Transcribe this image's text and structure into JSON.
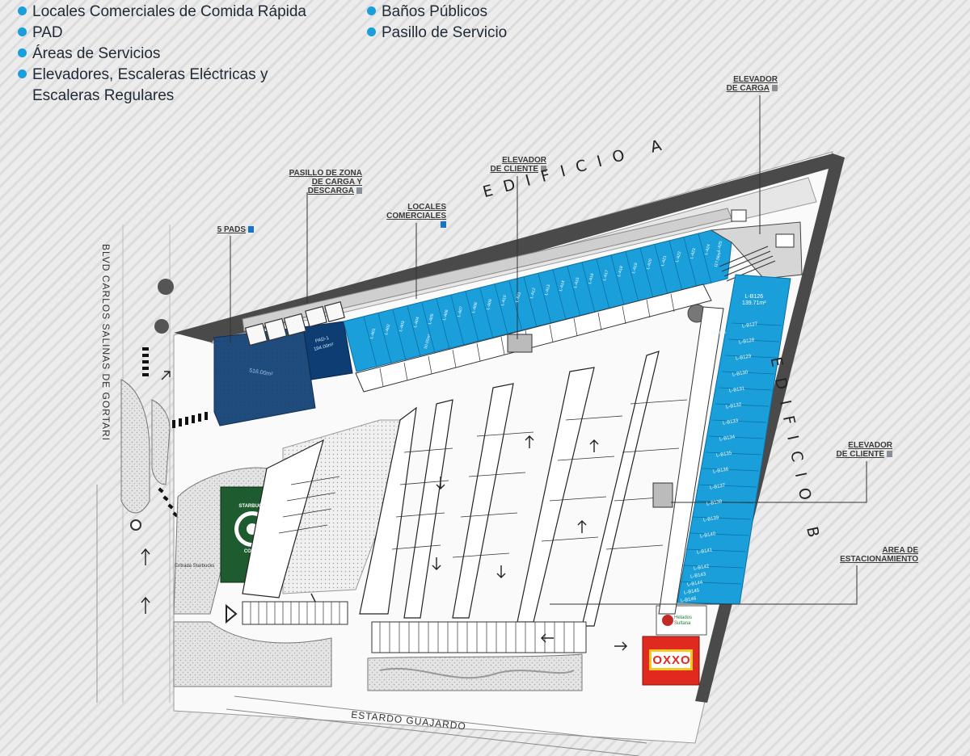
{
  "legend": {
    "col1": [
      "Locales Comerciales de Comida Rápida",
      "PAD",
      "Áreas de Servicios",
      "Elevadores, Escaleras Eléctricas y Escaleras Regulares"
    ],
    "col2": [
      "Baños Públicos",
      "Pasillo de Servicio"
    ]
  },
  "callouts": {
    "elevador_carga": "ELEVADOR\nDE CARGA",
    "pasillo_zona": "PASILLO DE ZONA\nDE CARGA Y DESCARGA",
    "elevador_cliente_top": "ELEVADOR\nDE CLIENTE",
    "locales": "LOCALES\nCOMERCIALES",
    "pads": "5 PADS",
    "elevador_cliente_right": "ELEVADOR\nDE CLIENTE",
    "area_estacionamiento": "AREA DE\nESTACIONAMIENTO"
  },
  "buildings": {
    "a": "EDIFICIO A",
    "b": "EDIFICIO B"
  },
  "streets": {
    "left": "BLVD CARLOS SALINAS DE GORTARI",
    "bottom": "ESTARDO GUAJARDO"
  },
  "pads": {
    "pad1": "PAD-1",
    "pad1_area": "194.00m²",
    "big_area": "516.00m²"
  },
  "edificio_a_units": [
    "L-A01",
    "L-A02",
    "L-A03",
    "L-A04",
    "L-A05",
    "L-A06",
    "L-A07",
    "L-A08",
    "L-A09",
    "L-A10",
    "L-A11",
    "L-A12",
    "L-A13",
    "L-A14",
    "L-A15",
    "L-A16",
    "L-A17",
    "L-A18",
    "L-A19",
    "L-A20",
    "L-A21",
    "L-A22",
    "L-A23",
    "L-A24",
    "L-A25"
  ],
  "edificio_a_unit_area": "50.00m²",
  "edificio_a_last_area": "117.56m²",
  "edificio_b_units": [
    "L-B127",
    "L-B128",
    "L-B129",
    "L-B130",
    "L-B131",
    "L-B132",
    "L-B133",
    "L-B134",
    "L-B135",
    "L-B136",
    "L-B137",
    "L-B138",
    "L-B139",
    "L-B140",
    "L-B141",
    "L-B142",
    "L-B143",
    "L-B144",
    "L-B145",
    "L-B146"
  ],
  "edificio_b_unit_area": "50.00m²",
  "b126": {
    "name": "L-B126",
    "area": "139.71m²"
  },
  "brands": {
    "starbucks_top": "STARBUCKS",
    "starbucks_bottom": "COFFEE",
    "oxxo": "OXXO",
    "helados": "Helados Sultana"
  },
  "entrance": "Entrada Starbucks",
  "colors": {
    "locales": "#1a9fdb",
    "pad": "#0d3d73",
    "starbucks": "#1e5b2e",
    "oxxo": "#e02a20"
  }
}
